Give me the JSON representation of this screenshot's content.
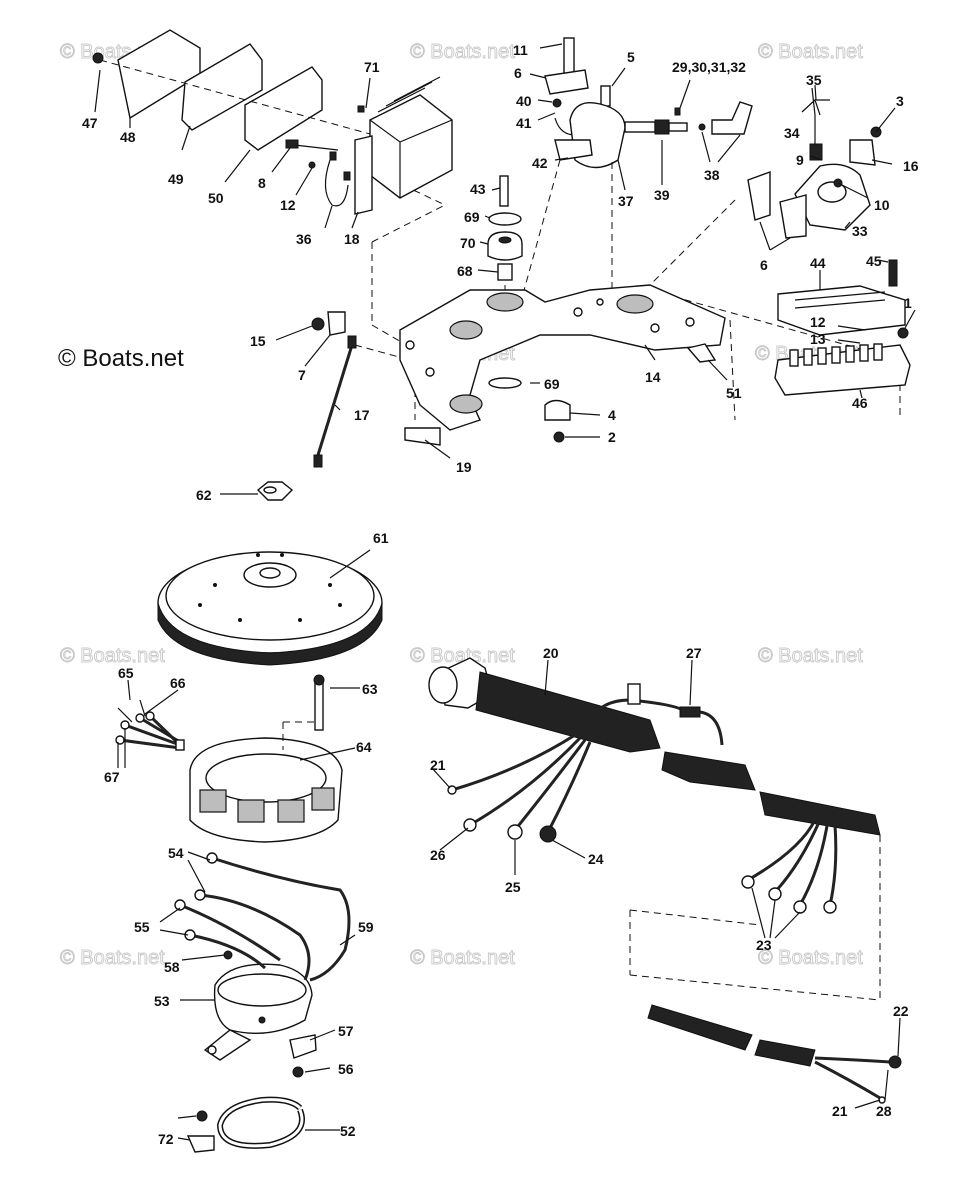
{
  "watermark": "© Boats.net",
  "labels": {
    "p1": "1",
    "p2": "2",
    "p3": "3",
    "p4": "4",
    "p5": "5",
    "p6a": "6",
    "p6b": "6",
    "p7": "7",
    "p8": "8",
    "p9": "9",
    "p10": "10",
    "p11": "11",
    "p12a": "12",
    "p12b": "12",
    "p13": "13",
    "p14": "14",
    "p15": "15",
    "p16": "16",
    "p17": "17",
    "p18": "18",
    "p19": "19",
    "p20": "20",
    "p21a": "21",
    "p21b": "21",
    "p22": "22",
    "p23": "23",
    "p24": "24",
    "p25": "25",
    "p26": "26",
    "p27": "27",
    "p28": "28",
    "p2932": "29,30,31,32",
    "p33": "33",
    "p34": "34",
    "p35": "35",
    "p36": "36",
    "p37": "37",
    "p38": "38",
    "p39": "39",
    "p40": "40",
    "p41": "41",
    "p42": "42",
    "p43": "43",
    "p44": "44",
    "p45": "45",
    "p46": "46",
    "p47": "47",
    "p48": "48",
    "p49": "49",
    "p50": "50",
    "p51": "51",
    "p52": "52",
    "p53": "53",
    "p54": "54",
    "p55": "55",
    "p56": "56",
    "p57": "57",
    "p58": "58",
    "p59": "59",
    "p61": "61",
    "p62": "62",
    "p63": "63",
    "p64": "64",
    "p65": "65",
    "p66": "66",
    "p67": "67",
    "p68": "68",
    "p69a": "69",
    "p69b": "69",
    "p70": "70",
    "p71": "71",
    "p72": "72"
  }
}
